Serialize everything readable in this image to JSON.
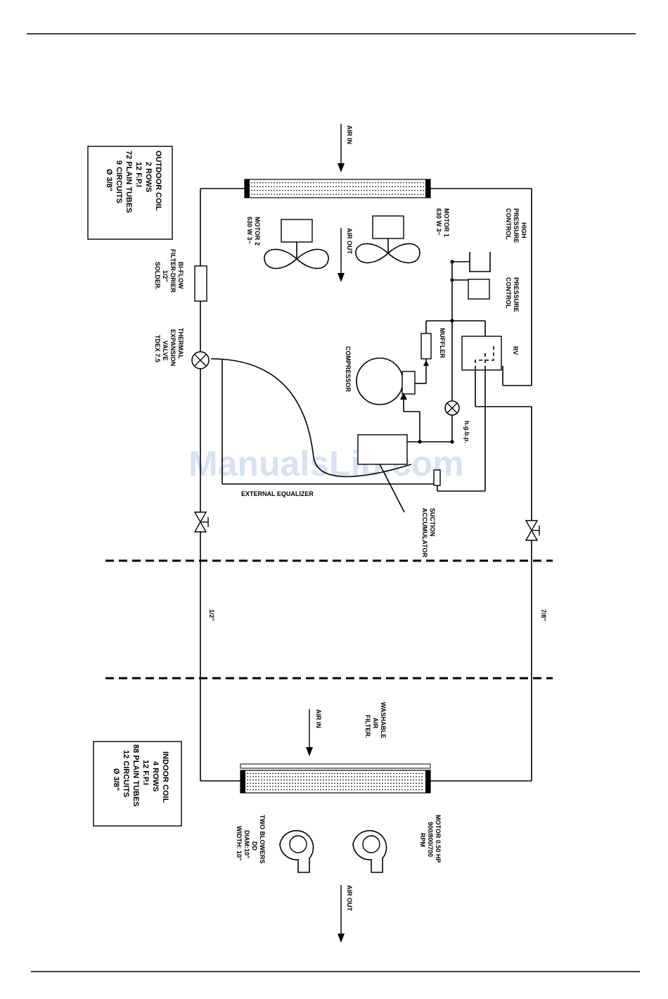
{
  "watermark": "ManualsLib.com",
  "outdoor_coil": {
    "lines": [
      "OUTDOOR COIL",
      "2 ROWS",
      "12 F.P.I",
      "72 PLAIN TUBES",
      "9 CIRCUITS",
      "Ø 3/8\""
    ]
  },
  "indoor_coil": {
    "lines": [
      "INDOOR COIL",
      "4 ROWS",
      "12 F.P.I",
      "88 PLAIN TUBES",
      "12 CIRCUITS",
      "Ø 3/8\""
    ]
  },
  "labels": {
    "air_in_top": "AIR IN",
    "air_out_mid": "AIR OUT",
    "air_in_bottom": "AIR IN",
    "air_out_bottom": "AIR OUT",
    "motor1": [
      "MOTOR 1",
      "630 W 3~"
    ],
    "motor2": [
      "MOTOR 2",
      "630 W 3~"
    ],
    "high_pressure": [
      "HIGH",
      "PRESSURE",
      "CONTROL"
    ],
    "low_pressure": [
      "PRESSURE",
      "CONTROL"
    ],
    "rv": "RV",
    "muffler": "MUFFLER",
    "compressor": "COMPRESSOR",
    "hgbp": "h.g.b.p.",
    "filter_drier": [
      "BI-FLOW",
      "FILTER-DRIER",
      "1/2\"",
      "SOLDER."
    ],
    "expansion_valve": [
      "THERMAL",
      "EXPANSION",
      "VALVE",
      "TDEX 7.5"
    ],
    "external_equalizer": "EXTERNAL EQUALIZER",
    "suction_accumulator": [
      "SUCTION",
      "ACCUMULATOR"
    ],
    "liquid_line": "1/2\"",
    "suction_line": "7/8\"",
    "washable_filter": [
      "WASHABLE",
      "AIR",
      "FILTER."
    ],
    "blower_motor": [
      "MOTOR 0.50 HP",
      "900/800/700",
      "RPM"
    ],
    "blowers": [
      "TWO BLOWERS",
      "DD",
      "DIAM:10\"",
      "WIDTH: 10\""
    ]
  }
}
